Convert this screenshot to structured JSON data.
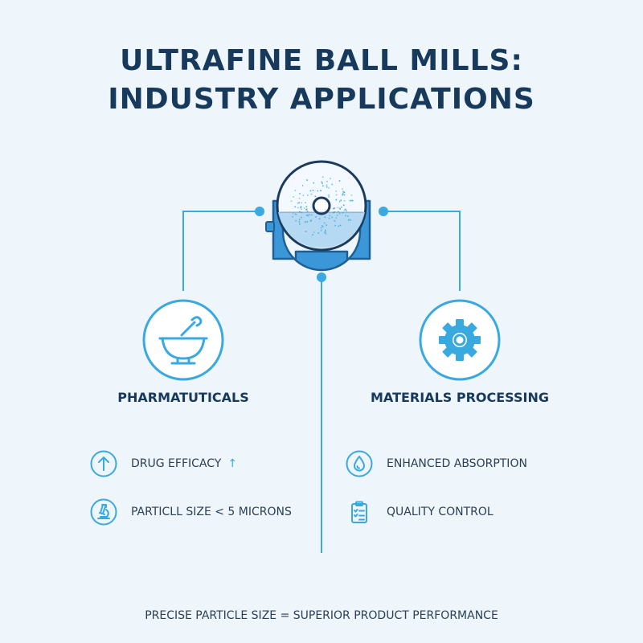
{
  "title_line1": "ULTRAFINE BALL MILLS:",
  "title_line2": "INDUSTRY APPLICATIONS",
  "left": {
    "heading": "PHARMATUTICALS",
    "icon": "mortar-pestle-icon",
    "items": [
      {
        "icon": "arrow-up-icon",
        "text": "DRUG EFFICACY",
        "suffix": "↑"
      },
      {
        "icon": "microscope-icon",
        "text": "PARTICLL SIZE < 5 MICRONS"
      }
    ]
  },
  "right": {
    "heading": "MATERIALS PROCESSING",
    "icon": "gear-icon",
    "items": [
      {
        "icon": "droplet-icon",
        "text": "ENHANCED ABSORPTION"
      },
      {
        "icon": "clipboard-icon",
        "text": "QUALITY CONTROL"
      }
    ]
  },
  "center_icon": "ball-mill-icon",
  "footer": "PRECISE PARTICLE SIZE = SUPERIOR PRODUCT PERFORMANCE",
  "colors": {
    "background": "#eef5fb",
    "title": "#173a5c",
    "accent": "#39a9e0",
    "mill_blue": "#3b97d8"
  }
}
